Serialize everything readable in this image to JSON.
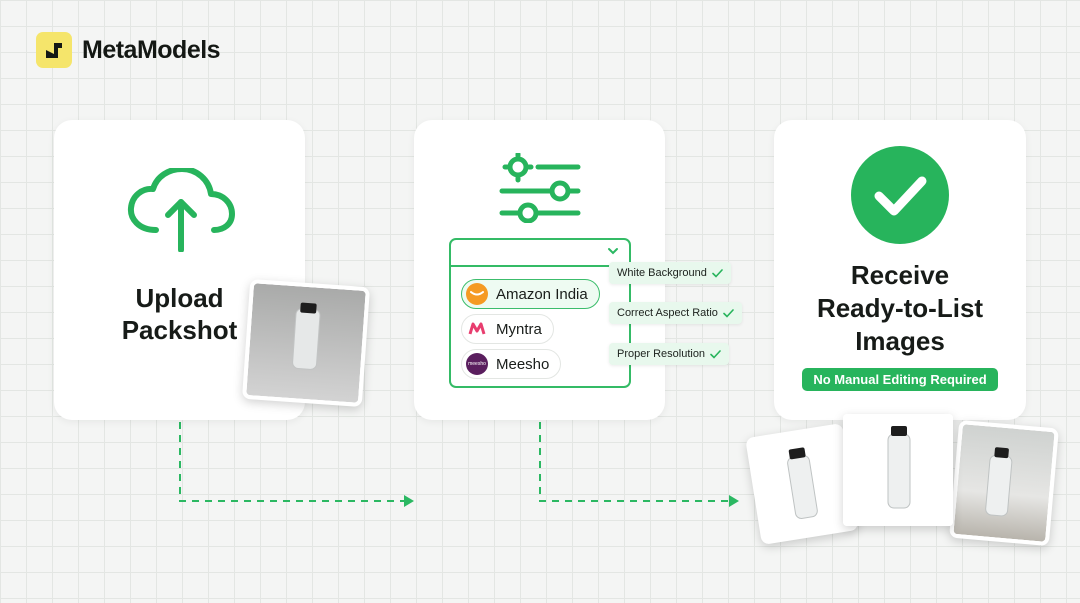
{
  "brand": {
    "name": "MetaModels"
  },
  "steps": {
    "upload": {
      "title_line1": "Upload",
      "title_line2": "Packshot",
      "icon": "cloud-upload-icon"
    },
    "configure": {
      "icon": "settings-sliders-icon",
      "marketplaces": [
        {
          "label": "Amazon India",
          "selected": true,
          "logo_color": "#f59a23"
        },
        {
          "label": "Myntra",
          "selected": false,
          "logo_color": "#e83e6f"
        },
        {
          "label": "Meesho",
          "selected": false,
          "logo_color": "#5a1e5e"
        }
      ],
      "logo_text": {
        "meesho": "meesho"
      },
      "checks": [
        "White Background",
        "Correct Aspect Ratio",
        "Proper Resolution"
      ]
    },
    "receive": {
      "title_line1": "Receive",
      "title_line2": "Ready-to-List",
      "title_line3": "Images",
      "badge": "No Manual Editing Required",
      "icon": "check-circle-icon"
    }
  },
  "colors": {
    "accent": "#27b45c",
    "brand_yellow": "#f5e56b",
    "arrow": "#2bb862"
  }
}
